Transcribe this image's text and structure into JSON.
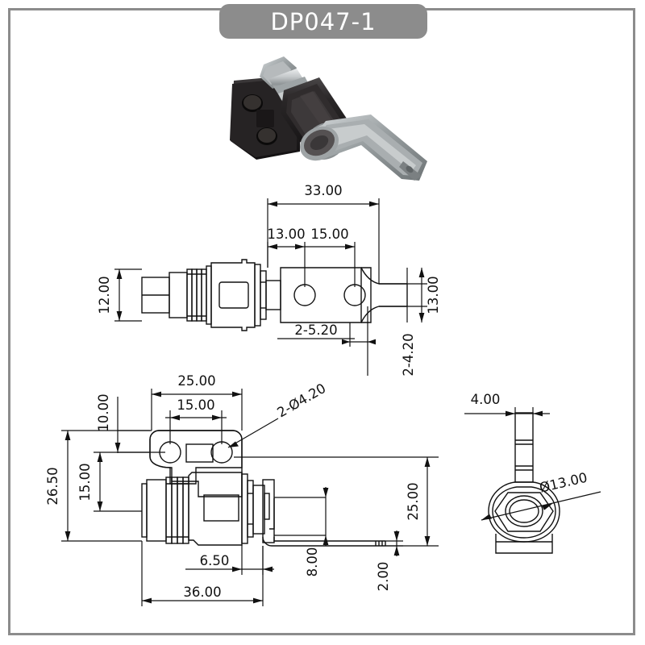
{
  "title": {
    "label": "DP047-1"
  },
  "frame": {
    "border_color": "#8c8c8c",
    "pill_color": "#8c8c8c",
    "pill_text_color": "#ffffff"
  },
  "product_photo": {
    "alt": "cam lock with flat mounting bracket and bent cam arm",
    "body_color": "#231f20",
    "metal_color": "#b9bcbd"
  },
  "views": {
    "top": {
      "name": "top-view",
      "dims": [
        {
          "key": "overall_length",
          "label": "33.00",
          "orientation": "horizontal"
        },
        {
          "key": "hole1_offset",
          "label": "13.00",
          "orientation": "horizontal"
        },
        {
          "key": "hole_spacing",
          "label": "15.00",
          "orientation": "horizontal"
        },
        {
          "key": "body_width",
          "label": "12.00",
          "orientation": "vertical"
        },
        {
          "key": "cam_width",
          "label": "13.00",
          "orientation": "vertical"
        },
        {
          "key": "slot_note",
          "label": "2-5.20",
          "orientation": "horizontal"
        },
        {
          "key": "hole_note",
          "label": "2-4.20",
          "orientation": "vertical"
        }
      ]
    },
    "front": {
      "name": "front-view",
      "dims": [
        {
          "key": "plate_width",
          "label": "25.00",
          "orientation": "horizontal"
        },
        {
          "key": "hole_spacing",
          "label": "15.00",
          "orientation": "horizontal"
        },
        {
          "key": "top_offset",
          "label": "10.00",
          "orientation": "vertical"
        },
        {
          "key": "overall_height",
          "label": "26.50",
          "orientation": "vertical"
        },
        {
          "key": "center_height",
          "label": "15.00",
          "orientation": "vertical"
        },
        {
          "key": "hole_callout",
          "label": "2-Ø4.20",
          "orientation": "leader"
        },
        {
          "key": "cam_reach",
          "label": "25.00",
          "orientation": "vertical"
        },
        {
          "key": "cam_thickness",
          "label": "8.00",
          "orientation": "vertical"
        },
        {
          "key": "tip_thickness",
          "label": "2.00",
          "orientation": "vertical"
        },
        {
          "key": "body_offset",
          "label": "6.50",
          "orientation": "horizontal"
        },
        {
          "key": "overall_length",
          "label": "36.00",
          "orientation": "horizontal"
        }
      ]
    },
    "side": {
      "name": "side-view",
      "dims": [
        {
          "key": "cam_thickness",
          "label": "4.00",
          "orientation": "horizontal"
        },
        {
          "key": "nut_diameter",
          "label": "Ø13.00",
          "orientation": "leader"
        }
      ]
    }
  }
}
